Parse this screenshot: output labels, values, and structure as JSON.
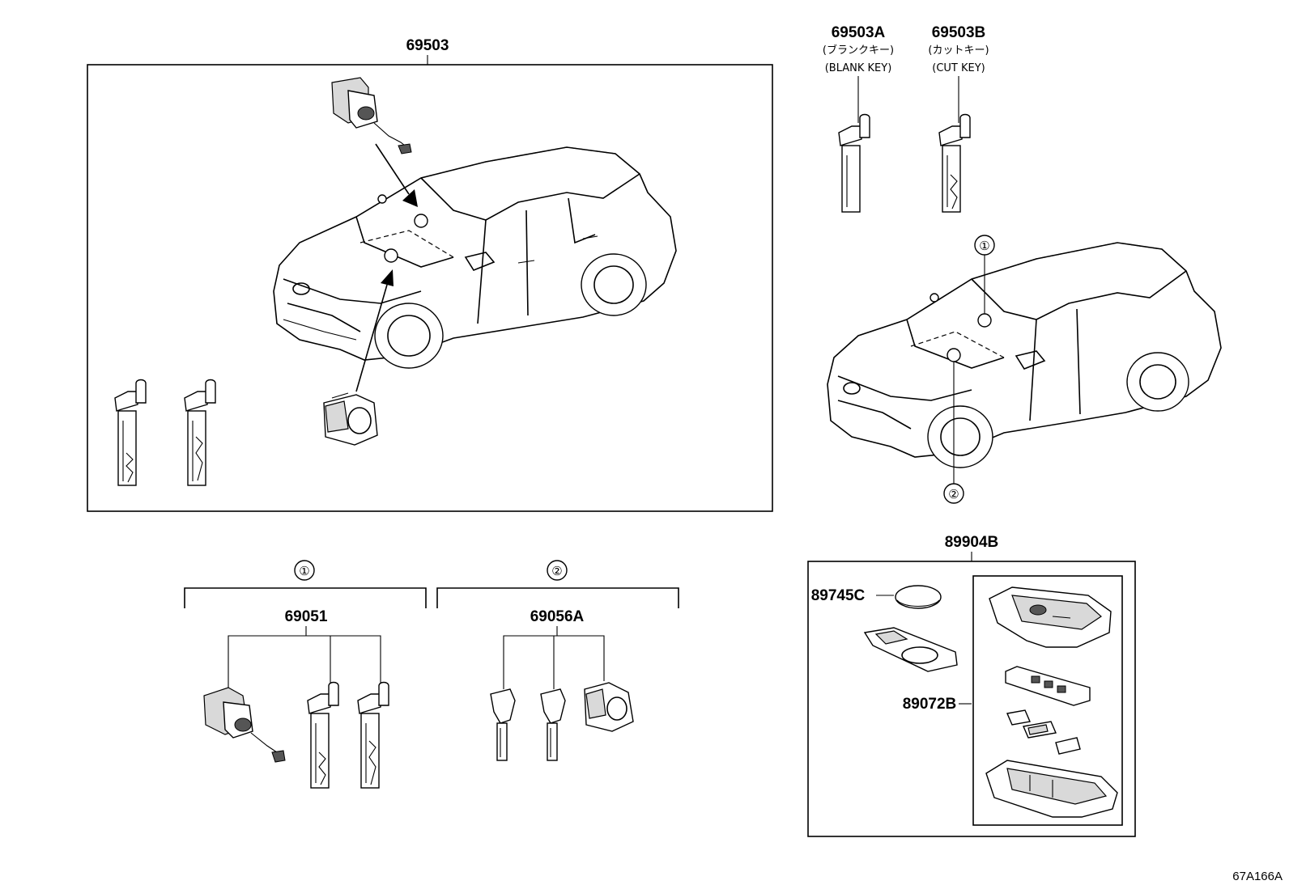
{
  "labels": {
    "main_assembly": "69503",
    "blank_key_part": "69503A",
    "blank_key_jp": "(ブランクキー)",
    "blank_key_en": "(BLANK KEY)",
    "cut_key_part": "69503B",
    "cut_key_jp": "(カットキー)",
    "cut_key_en": "(CUT KEY)",
    "ref_1": "①",
    "ref_2": "②",
    "group1_part": "69051",
    "group2_part": "69056A",
    "transmitter_assy": "89904B",
    "battery_part": "89745C",
    "case_part": "89072B",
    "illustration_code": "67A166A"
  }
}
